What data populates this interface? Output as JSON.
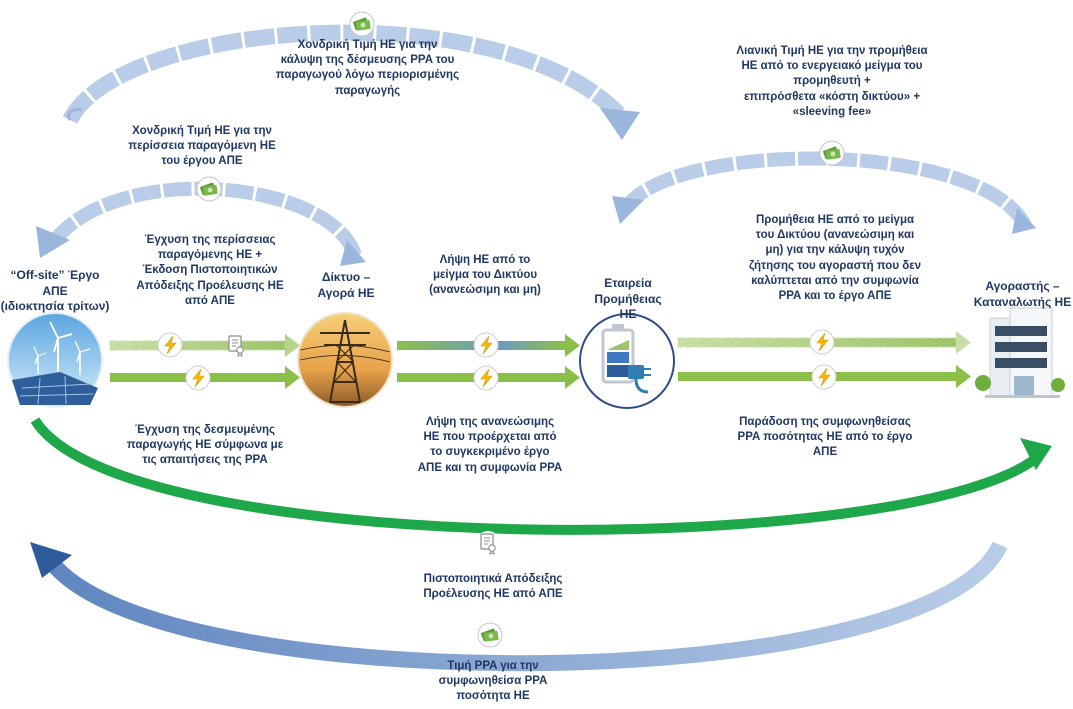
{
  "nodes": {
    "project": "“Off-site” Έργο ΑΠΕ\n(ιδιοκτησία τρίτων)",
    "grid": "Δίκτυο –\nΑγορά ΗΕ",
    "supplier": "Εταιρεία\nΠρομήθειας ΗΕ",
    "consumer": "Αγοραστής –\nΚαταναλωτής ΗΕ"
  },
  "labels": {
    "top_arc": "Χονδρική Τιμή ΗΕ για την\nκάλυψη της δέσμευσης PPA του\nπαραγωγού λόγω περιορισμένης\nπαραγωγής",
    "left_small_arc": "Χονδρική Τιμή ΗΕ για την\nπερίσσεια παραγόμενη ΗΕ\nτου έργου ΑΠΕ",
    "right_arc": "Λιανική Τιμή ΗΕ για την προμήθεια\nΗΕ από το ενεργειακό μείγμα του\nπρομηθευτή +\nεπιπρόσθετα «κόστη δικτύου» +\n«sleeving fee»",
    "excess_injection": "Έγχυση της περίσσειας\nπαραγόμενης ΗΕ +\nΈκδοση Πιστοποιητικών\nΑπόδειξης Προέλευσης ΗΕ\nαπό ΑΠΕ",
    "grid_mix": "Λήψη ΗΕ από το\nμείγμα του Δικτύου\n(ανανεώσιμη και μη)",
    "supplier_mix": "Προμήθεια ΗΕ από το μείγμα\nτου Δικτύου (ανανεώσιμη και\nμη) για την κάλυψη τυχόν\nζήτησης του αγοραστή που δεν\nκαλύπτεται από την συμφωνία\nPPA και το έργο ΑΠΕ",
    "contracted_injection": "Έγχυση της δεσμευμένης\nπαραγωγής ΗΕ σύμφωνα με\nτις απαιτήσεις της PPA",
    "renewable_receipt": "Λήψη της ανανεώσιμης\nΗΕ που προέρχεται από\nτο συγκεκριμένο έργο\nΑΠΕ και τη συμφωνία PPA",
    "ppa_delivery": "Παράδοση της συμφωνηθείσας\nPPA ποσότητας ΗΕ από το έργο\nΑΠΕ",
    "certificates": "Πιστοποιητικά Απόδειξης\nΠροέλευσης ΗΕ από ΑΠΕ",
    "ppa_price": "Τιμή PPA για την\nσυμφωνηθείσα PPA\nποσότητα ΗΕ"
  },
  "colors": {
    "text": "#1f3864",
    "light_green": "#b7d48a",
    "green": "#8cbf4a",
    "bright_green": "#1fa84a",
    "blue_arc": "#9bb6dc",
    "dark_blue": "#2e5c9a",
    "bolt": "#f5b800"
  },
  "icons": [
    "money-icon",
    "lightning-icon",
    "certificate-icon",
    "solar-wind-icon",
    "pylon-icon",
    "battery-plug-icon",
    "building-icon"
  ]
}
